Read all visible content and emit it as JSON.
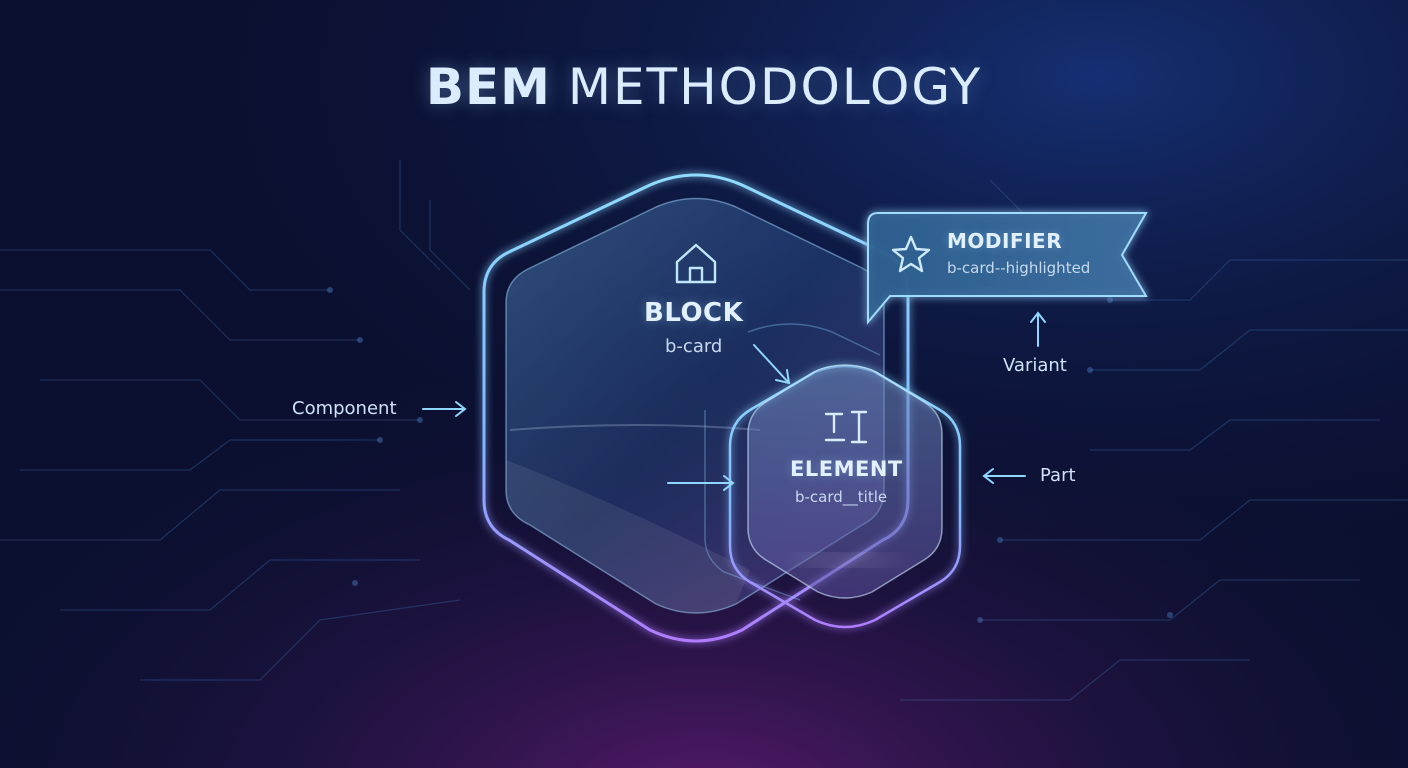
{
  "title": {
    "bold": "BEM",
    "rest": "METHODOLOGY"
  },
  "block": {
    "heading": "BLOCK",
    "class_name": "b-card",
    "icon": "home-icon"
  },
  "element": {
    "heading": "ELEMENT",
    "class_name": "b-card__title",
    "icon": "text-cursor-icon"
  },
  "modifier": {
    "heading": "MODIFIER",
    "class_name": "b-card--highlighted",
    "icon": "star-icon"
  },
  "annotations": {
    "component": "Component",
    "part": "Part",
    "variant": "Variant"
  },
  "colors": {
    "accent": "#7fd3ff",
    "background": "#0b1030",
    "glow_purple": "#b07cff"
  }
}
